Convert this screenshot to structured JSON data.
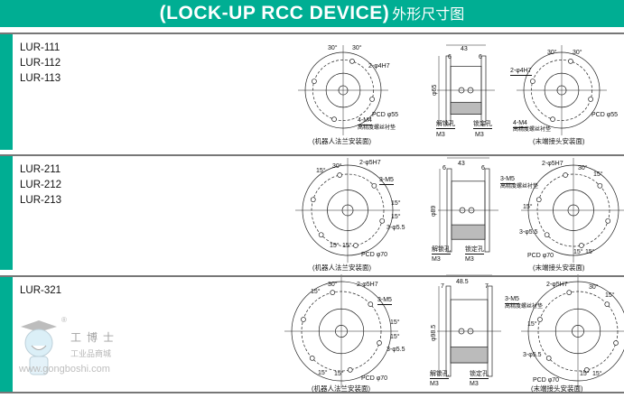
{
  "title": {
    "en": "(LOCK-UP RCC DEVICE)",
    "cn": "外形尺寸图"
  },
  "sections": [
    {
      "models": [
        "LUR-111",
        "LUR-112",
        "LUR-113"
      ],
      "front": {
        "a1": "30°",
        "a2": "30°",
        "hole": "2-φ4H7",
        "pcd": "PCD φ55",
        "screw": "4-M4",
        "pad": "高精度螺丝衬垫",
        "caption": "(机器人法兰安装面)"
      },
      "side": {
        "len": "43",
        "l": "6",
        "r": "6",
        "dia": "φ65",
        "unlock": "解锁孔",
        "unlock_m": "M3",
        "lock": "锁定孔",
        "lock_m": "M3"
      },
      "rear": {
        "a1": "30°",
        "a2": "30°",
        "hole": "2-φ4H7",
        "pcd": "PCD φ55",
        "screw": "4-M4",
        "pad": "高精度螺丝衬垫",
        "caption": "(末端接头安装面)"
      }
    },
    {
      "models": [
        "LUR-211",
        "LUR-212",
        "LUR-213"
      ],
      "front": {
        "a1": "15°",
        "a2": "30°",
        "hole": "2-φ5H7",
        "screw": "3-M5",
        "a3": "15°",
        "a4": "15°",
        "thru": "3-φ5.5",
        "a5": "15°",
        "a6": "15°",
        "pcd": "PCD φ70",
        "caption": "(机器人法兰安装面)"
      },
      "side": {
        "len": "43",
        "l": "6",
        "r": "6",
        "dia": "φ89",
        "unlock": "解锁孔",
        "unlock_m": "M3",
        "lock": "锁定孔",
        "lock_m": "M3"
      },
      "rear": {
        "hole": "2-φ5H7",
        "a1": "30°",
        "a2": "15°",
        "screw": "3-M5",
        "pad": "高精度螺丝衬垫",
        "a3": "15°",
        "thru": "3-φ5.5",
        "pcd": "PCD φ70",
        "a5": "15°",
        "a6": "15°",
        "caption": "(末端接头安装面)"
      }
    },
    {
      "models": [
        "LUR-321"
      ],
      "front": {
        "a1": "15°",
        "a2": "30°",
        "hole": "2-φ5H7",
        "screw": "3-M5",
        "a3": "15°",
        "a4": "15°",
        "thru": "3-φ5.5",
        "a5": "15°",
        "a6": "15°",
        "pcd": "PCD φ70",
        "caption": "(机器人法兰安装面)"
      },
      "side": {
        "len": "48.5",
        "l": "7",
        "r": "7",
        "dia": "φ98.5",
        "unlock": "解锁孔",
        "unlock_m": "M3",
        "lock": "锁定孔",
        "lock_m": "M3"
      },
      "rear": {
        "hole": "2-φ5H7",
        "a1": "30°",
        "a2": "15°",
        "screw": "3-M5",
        "pad": "高精度螺丝衬垫",
        "a3": "15°",
        "thru": "3-φ5.5",
        "pcd": "PCD φ70",
        "a5": "15°",
        "a6": "15°",
        "caption": "(末端接头安装面)"
      }
    }
  ],
  "watermark": {
    "brand": "工博士",
    "sub": "工业品商城",
    "url": "www.gongboshi.com",
    "reg": "®"
  },
  "colors": {
    "accent": "#00ae93"
  }
}
